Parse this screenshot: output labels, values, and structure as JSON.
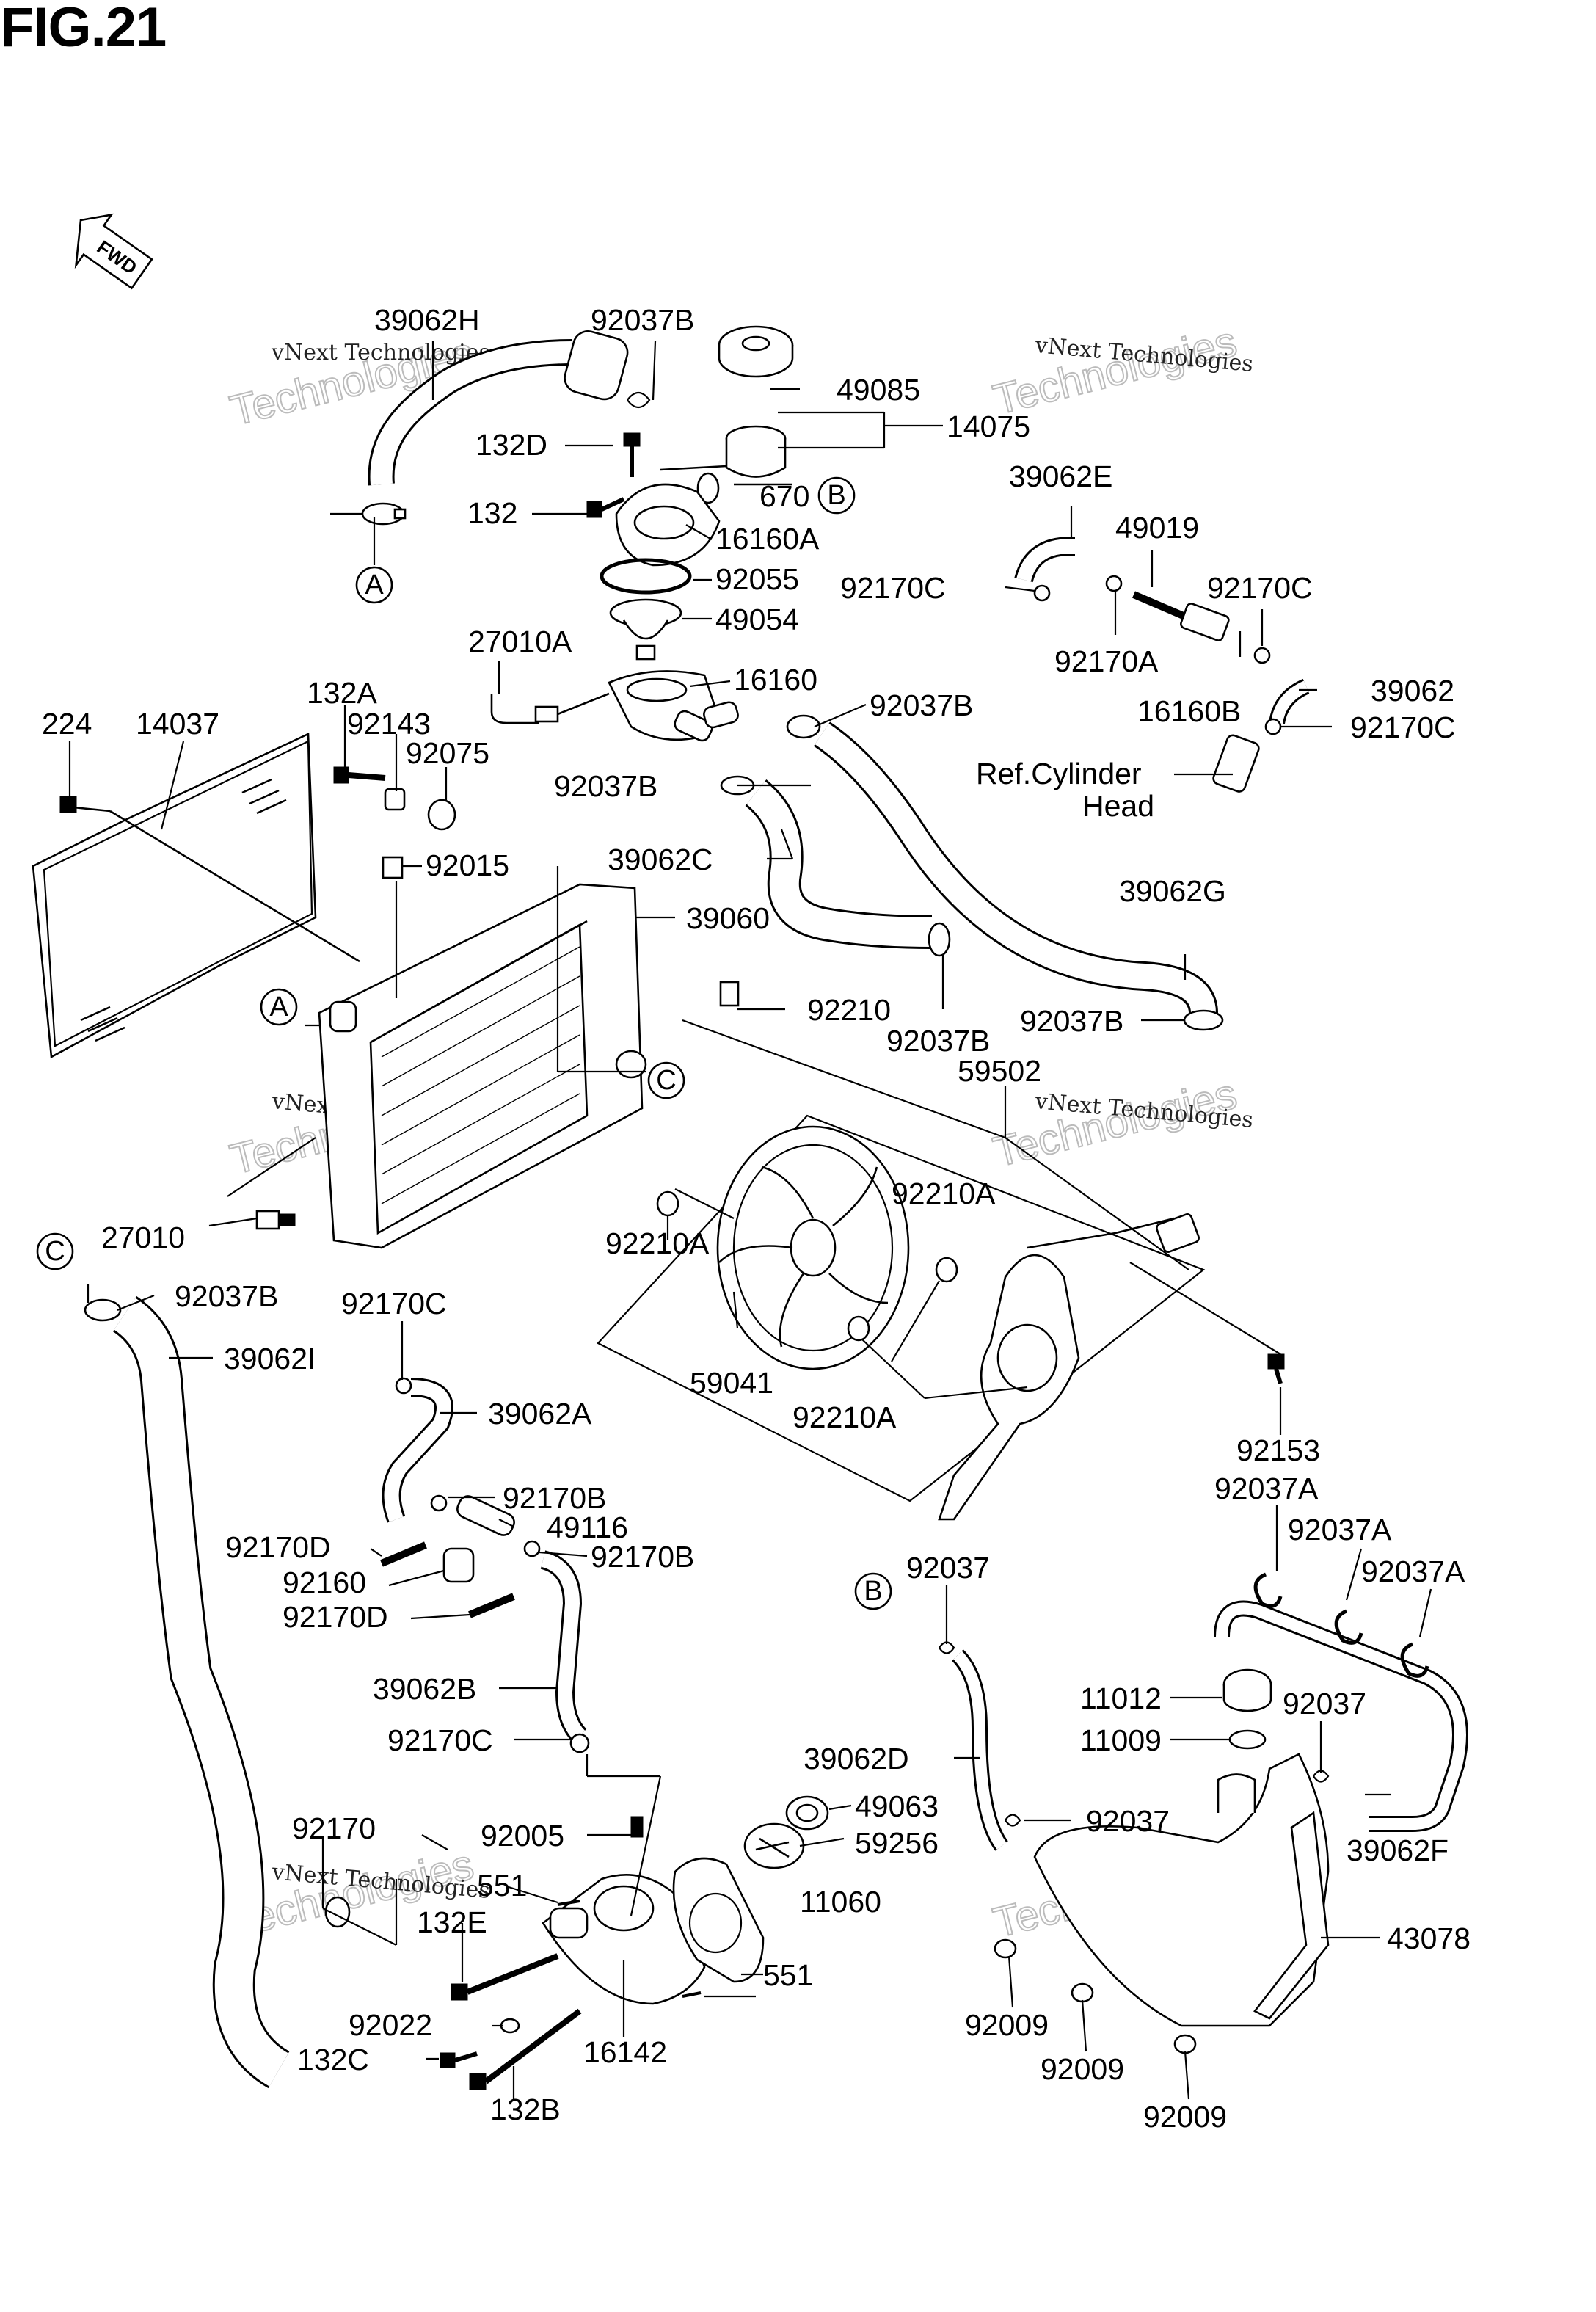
{
  "figure": {
    "title": "FIG.21",
    "fwd_label": "FWD"
  },
  "callouts": {
    "A": "A",
    "B": "B",
    "C": "C"
  },
  "watermark": {
    "line1": "vNext Technologies",
    "line2": "Technologies"
  },
  "ref_text": {
    "line1": "Ref.Cylinder",
    "line2": "Head"
  },
  "parts": [
    "39062H",
    "92037B",
    "49085",
    "14075",
    "132D",
    "670",
    "132",
    "16160A",
    "92055",
    "49054",
    "27010A",
    "16160",
    "39062E",
    "49019",
    "92170C",
    "92170A",
    "16160B",
    "39062",
    "224",
    "14037",
    "132A",
    "92143",
    "92075",
    "92015",
    "39060",
    "39062C",
    "39062G",
    "92210",
    "59502",
    "27010",
    "92210A",
    "59041",
    "92153",
    "39062I",
    "39062A",
    "92170B",
    "49116",
    "92170D",
    "92160",
    "39062B",
    "92005",
    "92170",
    "551",
    "132E",
    "92022",
    "132C",
    "132B",
    "16142",
    "49063",
    "59256",
    "11060",
    "92037",
    "39062D",
    "92037A",
    "11012",
    "11009",
    "39062F",
    "43078",
    "92009"
  ]
}
